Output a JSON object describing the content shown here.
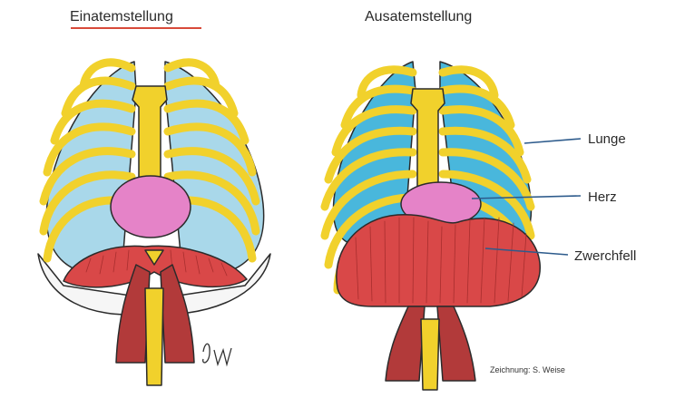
{
  "titles": {
    "inhale": "Einatemstellung",
    "exhale": "Ausatemstellung"
  },
  "labels": {
    "lung": "Lunge",
    "heart": "Herz",
    "diaphragm": "Zwerchfell"
  },
  "credit": "Zeichnung: S. Weise",
  "colors": {
    "rib": "#f1d12c",
    "lung_left": "#a9d8ea",
    "lung_right": "#49b7dc",
    "heart": "#e583c8",
    "diaphragm": "#d94848",
    "muscle": "#b23a3a",
    "outline": "#2b2b2b",
    "pointer": "#2d5b8c",
    "title_underline": "#d84a3a"
  }
}
